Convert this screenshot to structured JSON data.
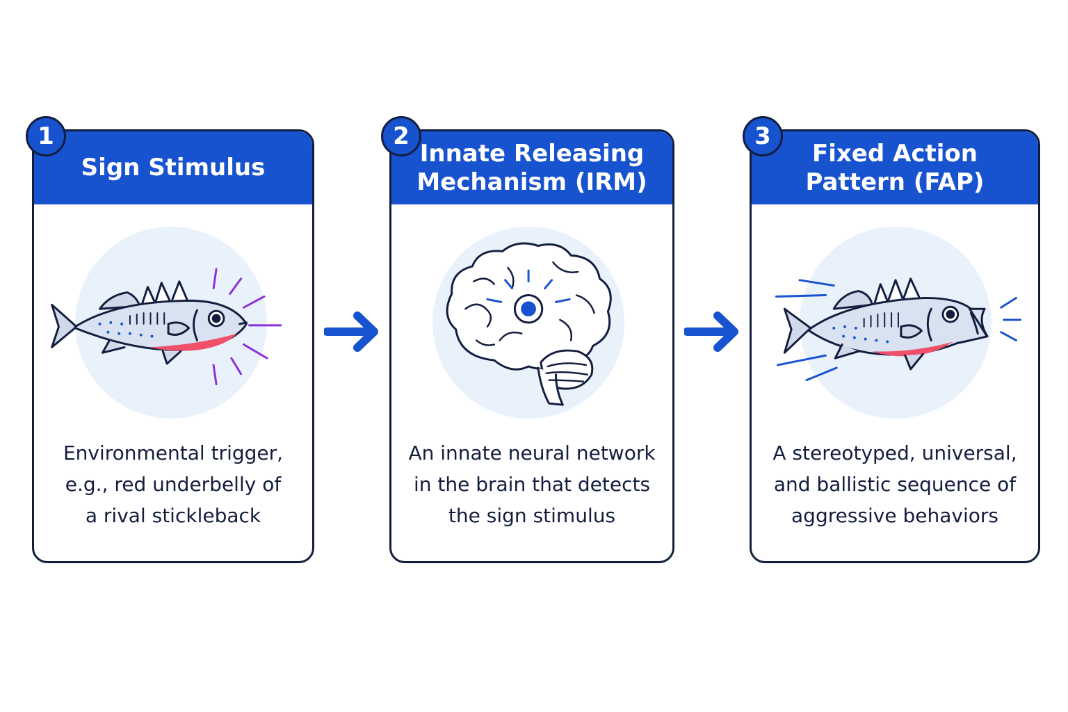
{
  "steps": [
    {
      "number": "1",
      "title": "Sign Stimulus",
      "description": "Environmental trigger,\ne.g., red underbelly of\na rival stickleback",
      "icon": "stickleback-fish-icon"
    },
    {
      "number": "2",
      "title": "Innate Releasing\nMechanism (IRM)",
      "description": "An innate neural network\nin the brain that detects\nthe sign stimulus",
      "icon": "brain-icon"
    },
    {
      "number": "3",
      "title": "Fixed Action\nPattern (FAP)",
      "description": "A stereotyped, universal,\nand ballistic sequence of\naggressive behaviors",
      "icon": "attacking-fish-icon"
    }
  ],
  "colors": {
    "primary": "#1752cf",
    "outline": "#131d3e",
    "belly_red": "#f0506a",
    "halo": "#e9f1fb",
    "stimulus_rays": "#8b2fd6"
  }
}
